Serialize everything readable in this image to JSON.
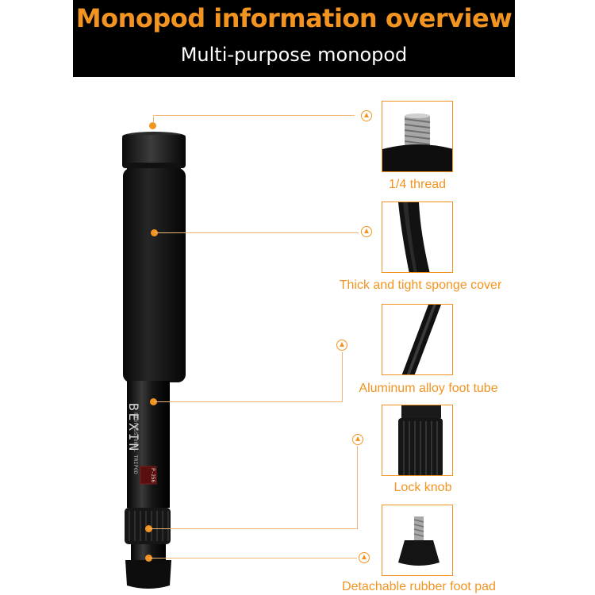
{
  "banner": {
    "title": "Monopod information overview",
    "subtitle": "Multi-purpose monopod"
  },
  "features": [
    {
      "id": "thread",
      "label": "1/4 thread"
    },
    {
      "id": "sponge",
      "label": "Thick and tight sponge cover"
    },
    {
      "id": "tube",
      "label": "Aluminum alloy foot tube"
    },
    {
      "id": "knob",
      "label": "Lock knob"
    },
    {
      "id": "foot",
      "label": "Detachable rubber foot pad"
    }
  ],
  "product": {
    "brand": "BEXIN",
    "line": "PROFESSIONAL TRIPOD",
    "model": "P-256"
  },
  "colors": {
    "accent": "#f39420",
    "banner_bg": "#000000"
  }
}
